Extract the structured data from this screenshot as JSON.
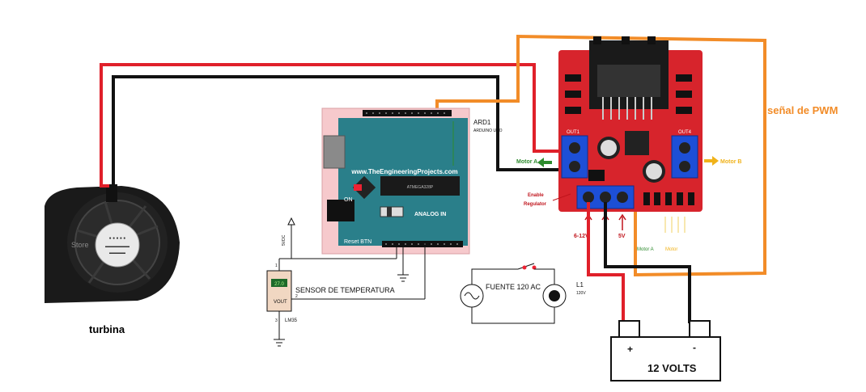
{
  "labels": {
    "turbine": "turbina",
    "arduino_ref": "ARD1",
    "arduino_sub": "ARDUINO UNO",
    "arduino_site": "www.TheEngineeringProjects.com",
    "analog_in": "ANALOG IN",
    "reset": "Reset BTN",
    "on_led": "ON",
    "supply_5v": "5VDC",
    "sensor_title": "SENSOR DE TEMPERATURA",
    "sensor_part": "LM35",
    "sensor_display": "27.0",
    "sensor_pin1": "1",
    "sensor_pin2": "2",
    "sensor_pin3": "3",
    "sensor_vout": "VOUT",
    "ac_source": "FUENTE 120 AC",
    "lamp_ref": "L1",
    "lamp_volt": "120V",
    "pwm_signal": "señal de PWM",
    "motor_a": "Motor A",
    "motor_b": "Motor B",
    "out1": "OUT1",
    "out4": "OUT4",
    "enable_regulator_1": "Enable",
    "enable_regulator_2": "Regulator",
    "v_range": "6-12V",
    "v_5": "5V",
    "motor_a_pins": "Motor A",
    "motor_b_pins": "Motor",
    "battery_plus": "+",
    "battery_minus": "-",
    "battery_label": "12 VOLTS",
    "fan_brand": "Store"
  },
  "colors": {
    "wire_red": "#e0202a",
    "wire_black": "#111111",
    "wire_orange": "#f28c28",
    "wire_green": "#2e8b2e",
    "board_red": "#d7242c",
    "arduino_teal": "#2a7f8a",
    "arduino_bg": "#f6c9cc",
    "pwm_text": "#f28c28"
  }
}
